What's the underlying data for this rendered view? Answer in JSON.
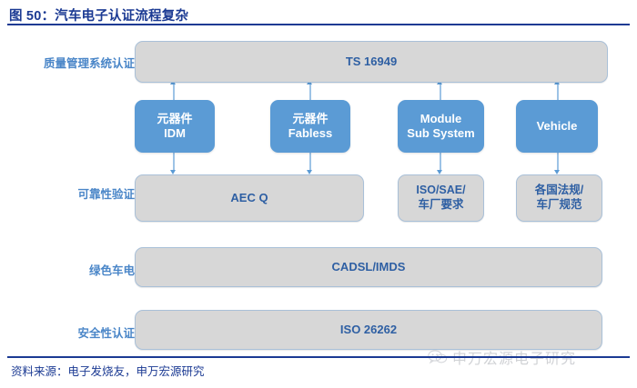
{
  "header": {
    "title": "图 50：汽车电子认证流程复杂"
  },
  "footer": {
    "source": "资料来源：电子发烧友，申万宏源研究",
    "watermark": "申万宏源电子研究",
    "watermark_icon": "wechat-icon"
  },
  "row_labels": [
    {
      "id": "quality",
      "text": "质量管理系统认证"
    },
    {
      "id": "reliability",
      "text": "可靠性验证"
    },
    {
      "id": "green",
      "text": "绿色车电"
    },
    {
      "id": "safety",
      "text": "安全性认证"
    }
  ],
  "bars": {
    "ts16949": "TS 16949",
    "aecq": "AEC Q",
    "cadsl": "CADSL/IMDS",
    "iso26262": "ISO 26262"
  },
  "stages": [
    {
      "id": "idm",
      "line1": "元器件",
      "line2": "IDM"
    },
    {
      "id": "fabless",
      "line1": "元器件",
      "line2": "Fabless"
    },
    {
      "id": "module",
      "line1": "Module",
      "line2": "Sub System"
    },
    {
      "id": "vehicle",
      "line1": "Vehicle",
      "line2": ""
    }
  ],
  "side_boxes": [
    {
      "id": "iso-sae",
      "line1": "ISO/SAE/",
      "line2": "车厂要求"
    },
    {
      "id": "regs",
      "line1": "各国法规/",
      "line2": "车厂规范"
    }
  ],
  "colors": {
    "accent_blue": "#5b9bd5",
    "title_blue": "#1b3a93",
    "bar_gray": "#d7d7d7",
    "label_blue": "#4a86c8",
    "connector": "#9dc3e6"
  }
}
